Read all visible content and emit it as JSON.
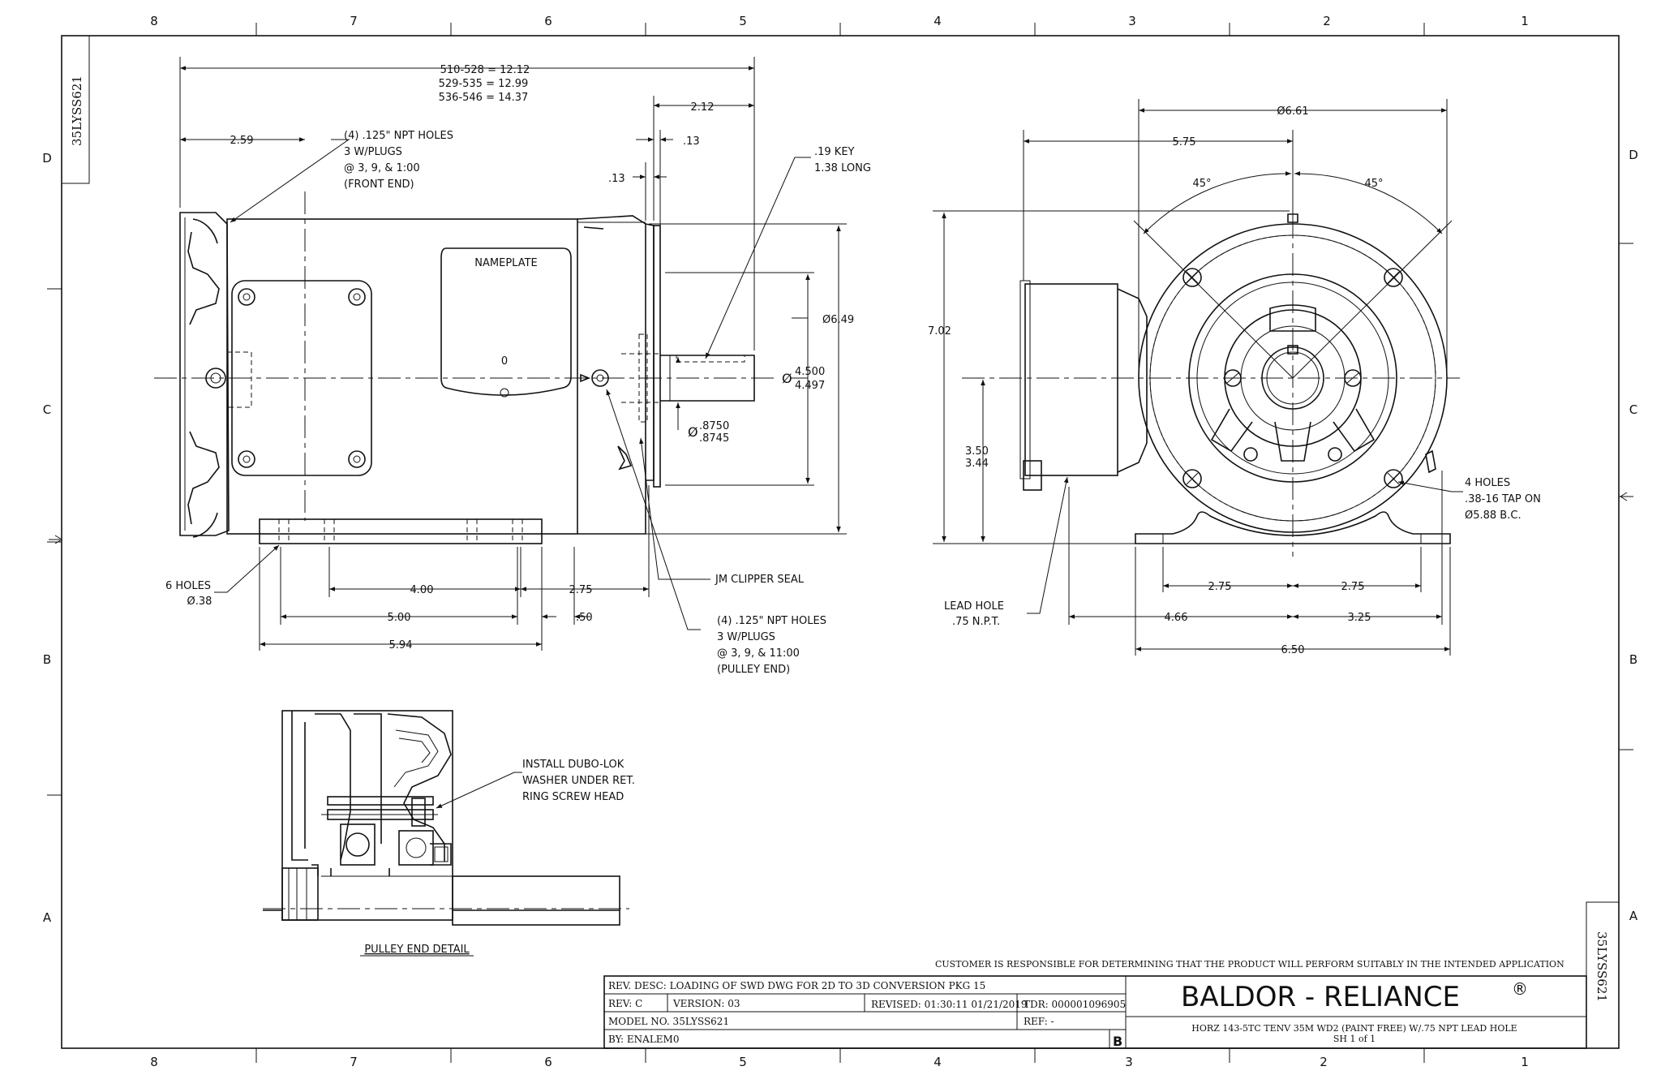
{
  "border": {
    "columns": [
      "8",
      "7",
      "6",
      "5",
      "4",
      "3",
      "2",
      "1"
    ],
    "rows": [
      "D",
      "C",
      "B",
      "A"
    ]
  },
  "drawing_id_tag": "35LYSS621",
  "side_view": {
    "overall_lengths": [
      "510-528 = 12.12",
      "529-535 = 12.99",
      "536-546 = 14.37"
    ],
    "dim_2_59": "2.59",
    "dim_2_12": "2.12",
    "dim_13_a": ".13",
    "dim_13_b": ".13",
    "front_holes_note": [
      "(4) .125\" NPT HOLES",
      "3 W/PLUGS",
      "@ 3, 9, & 1:00",
      "(FRONT END)"
    ],
    "key_note": [
      ".19 KEY",
      "1.38 LONG"
    ],
    "nameplate": "NAMEPLATE",
    "nameplate_zero": "0",
    "dia_6_49": "Ø6.49",
    "dia_symbol": "Ø",
    "pilot_upper": "4.500",
    "pilot_lower": "4.497",
    "shaft_upper": ".8750",
    "shaft_lower": ".8745",
    "clipper_seal": "JM CLIPPER SEAL",
    "base_holes_note": [
      "6 HOLES",
      "Ø.38"
    ],
    "dim_4_00": "4.00",
    "dim_2_75": "2.75",
    "dim_5_00": "5.00",
    "dim_50": ".50",
    "dim_5_94": "5.94",
    "pulley_holes_note": [
      "(4) .125\" NPT HOLES",
      "3 W/PLUGS",
      "@ 3, 9, & 11:00",
      "(PULLEY END)"
    ]
  },
  "end_view": {
    "dia_6_61": "Ø6.61",
    "dim_5_75": "5.75",
    "angle_left": "45°",
    "angle_right": "45°",
    "height_7_02": "7.02",
    "shaft_height_upper": "3.50",
    "shaft_height_lower": "3.44",
    "tap_holes_note": [
      "4 HOLES",
      ".38-16 TAP ON",
      "Ø5.88 B.C."
    ],
    "lead_hole_note": [
      "LEAD HOLE",
      ".75 N.P.T."
    ],
    "dim_2_75_left": "2.75",
    "dim_2_75_right": "2.75",
    "dim_4_66": "4.66",
    "dim_3_25": "3.25",
    "dim_6_50": "6.50"
  },
  "detail": {
    "note": [
      "INSTALL DUBO-LOK",
      "WASHER UNDER RET.",
      "RING SCREW HEAD"
    ],
    "title": "PULLEY END DETAIL"
  },
  "title_block": {
    "customer_note": "CUSTOMER IS RESPONSIBLE FOR DETERMINING THAT THE PRODUCT WILL PERFORM SUITABLY IN THE INTENDED APPLICATION",
    "rev_desc": "REV. DESC: LOADING OF SWD DWG FOR 2D TO 3D CONVERSION PKG 15",
    "rev": "REV:  C",
    "version": "VERSION:  03",
    "revised": "REVISED:  01:30:11 01/21/2019",
    "tdr": "TDR: 000001096905",
    "model_no": "MODEL NO.  35LYSS621",
    "ref": "REF:  -",
    "by": "BY: ENALEM0",
    "size_letter": "B",
    "company": "BALDOR - RELIANCE",
    "registered": "®",
    "description": "HORZ 143-5TC TENV 35M WD2 (PAINT FREE) W/.75 NPT LEAD HOLE",
    "sheet": "SH 1 of 1"
  }
}
